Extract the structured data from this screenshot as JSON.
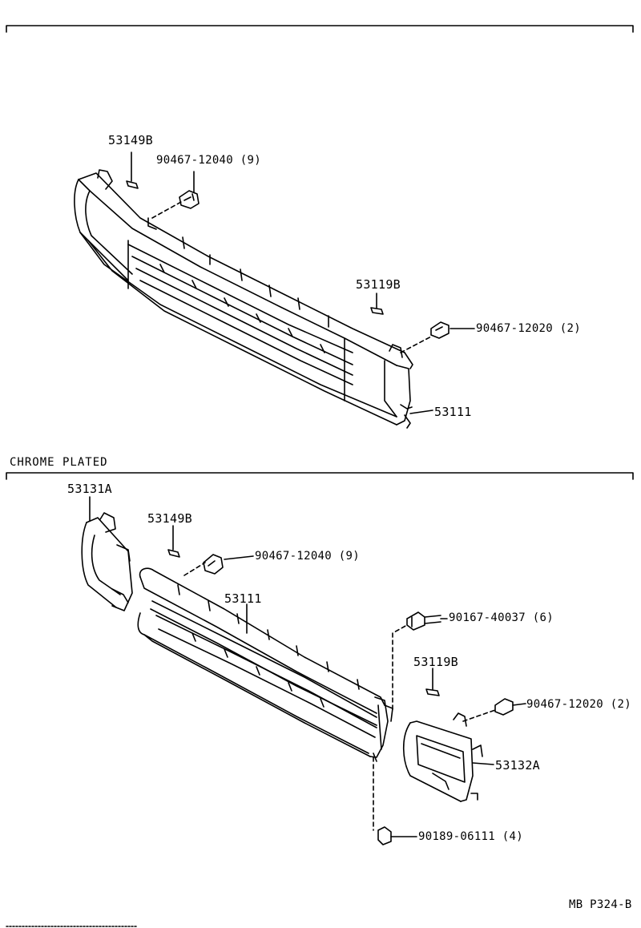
{
  "upper": {
    "parts": {
      "p53149B": "53149B",
      "p90467_12040": "90467-12040 (9)",
      "p53119B": "53119B",
      "p90467_12020": "90467-12020 (2)",
      "p53111": "53111"
    }
  },
  "lower": {
    "section_label": "CHROME PLATED",
    "parts": {
      "p53131A": "53131A",
      "p53149B": "53149B",
      "p90467_12040": "90467-12040 (9)",
      "p53111": "53111",
      "p90167_40037": "90167-40037 (6)",
      "p53119B": "53119B",
      "p90467_12020": "90467-12020 (2)",
      "p53132A": "53132A",
      "p90189_06111": "90189-06111 (4)"
    }
  },
  "footer": {
    "code": "MB P324-B"
  }
}
